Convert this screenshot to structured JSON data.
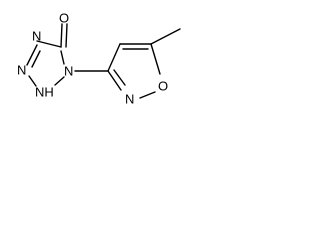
{
  "molecule": {
    "atoms": {
      "o_carbonyl": "O",
      "n_tetrazole_1": "N",
      "n_tetrazole_2": "N",
      "n_tetrazole_3": "N",
      "nh_tetrazole": "NH",
      "n_isoxazole": "N",
      "o_isoxazole": "O"
    }
  }
}
